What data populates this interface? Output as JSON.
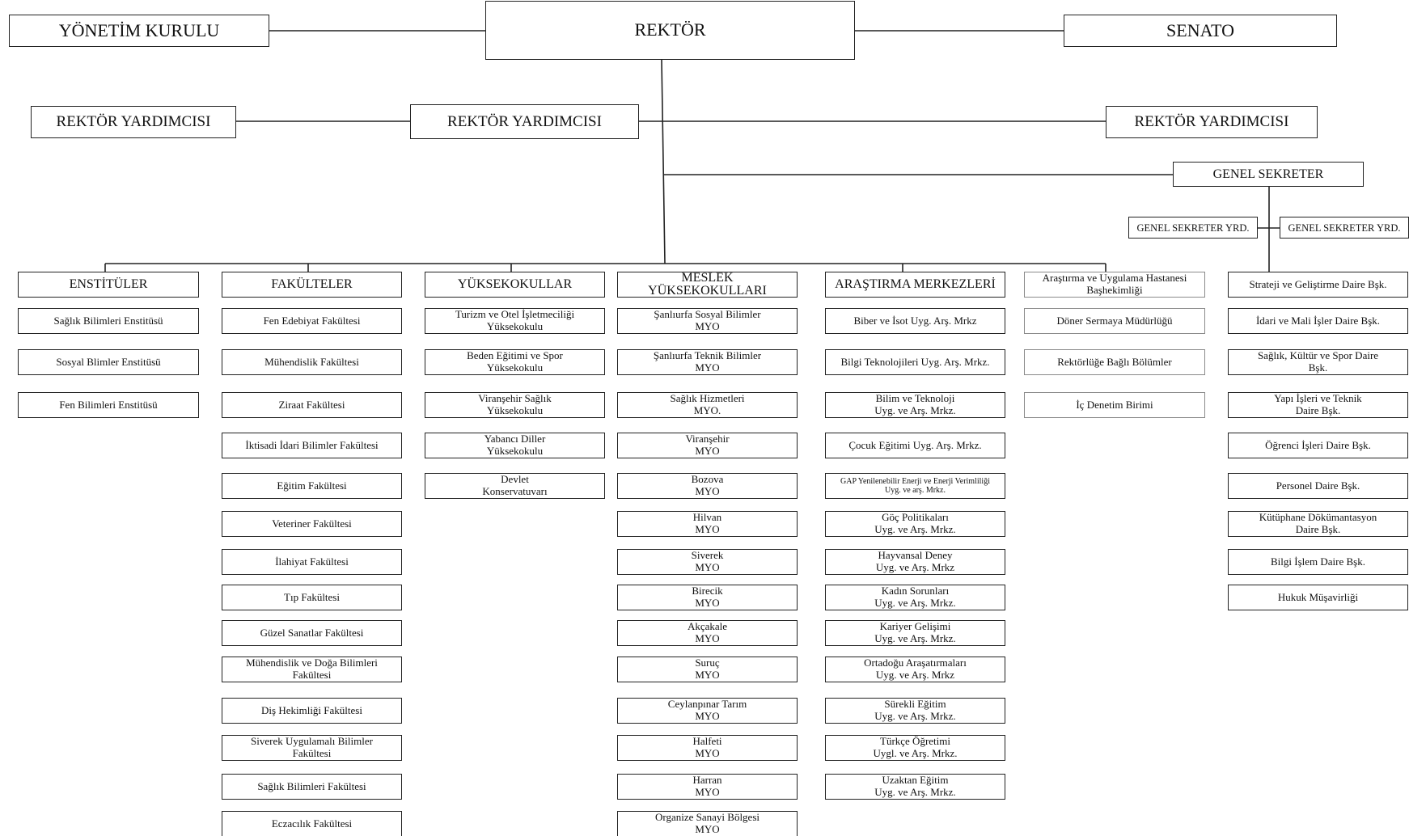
{
  "top": {
    "board": "YÖNETİM KURULU",
    "rector": "REKTÖR",
    "senate": "SENATO"
  },
  "vice_rectors": [
    "REKTÖR YARDIMCISI",
    "REKTÖR YARDIMCISI",
    "REKTÖR YARDIMCISI"
  ],
  "general_secretary": {
    "title": "GENEL SEKRETER",
    "deputies": [
      "GENEL SEKRETER YRD.",
      "GENEL SEKRETER YRD."
    ]
  },
  "institutes": {
    "header": "ENSTİTÜLER",
    "items": [
      "Sağlık Bilimleri Enstitüsü",
      "Sosyal Blimler Enstitüsü",
      "Fen Bilimleri Enstitüsü"
    ]
  },
  "faculties": {
    "header": "FAKÜLTELER",
    "items": [
      "Fen Edebiyat Fakültesi",
      "Mühendislik Fakültesi",
      "Ziraat Fakültesi",
      "İktisadi İdari Bilimler Fakültesi",
      "Eğitim Fakültesi",
      "Veteriner Fakültesi",
      "İlahiyat Fakültesi",
      "Tıp Fakültesi",
      "Güzel Sanatlar Fakültesi",
      "Mühendislik ve Doğa Bilimleri\nFakültesi",
      "Diş Hekimliği Fakültesi",
      "Siverek Uygulamalı Bilimler\nFakültesi",
      "Sağlık Bilimleri Fakültesi",
      "Eczacılık Fakültesi"
    ]
  },
  "schools": {
    "header": "YÜKSEKOKULLAR",
    "items": [
      "Turizm ve Otel İşletmeciliği\nYüksekokulu",
      "Beden Eğitimi ve Spor\nYüksekokulu",
      "Viranşehir Sağlık\nYüksekokulu",
      "Yabancı Diller\nYüksekokulu",
      "Devlet\nKonservatuvarı"
    ]
  },
  "vocational": {
    "header": "MESLEK\nYÜKSEKOKULLARI",
    "items": [
      "Şanlıurfa Sosyal Bilimler\nMYO",
      "Şanlıurfa Teknik Bilimler\nMYO",
      "Sağlık Hizmetleri\nMYO.",
      "Viranşehir\nMYO",
      "Bozova\nMYO",
      "Hilvan\nMYO",
      "Siverek\nMYO",
      "Birecik\nMYO",
      "Akçakale\nMYO",
      "Suruç\nMYO",
      "Ceylanpınar Tarım\nMYO",
      "Halfeti\nMYO",
      "Harran\nMYO",
      "Organize Sanayi Bölgesi\nMYO"
    ]
  },
  "research": {
    "header": "ARAŞTIRMA MERKEZLERİ",
    "items": [
      "Biber ve İsot Uyg. Arş. Mrkz",
      "Bilgi Teknolojileri Uyg. Arş. Mrkz.",
      "Bilim ve Teknoloji\nUyg. ve Arş. Mrkz.",
      "Çocuk Eğitimi Uyg. Arş. Mrkz.",
      "GAP Yenilenebilir Enerji ve Enerji Verimliliği\nUyg. ve arş. Mrkz.",
      "Göç Politikaları\nUyg. ve Arş. Mrkz.",
      "Hayvansal Deney\nUyg. ve Arş. Mrkz",
      "Kadın Sorunları\nUyg. ve Arş. Mrkz.",
      "Kariyer Gelişimi\nUyg. ve Arş. Mrkz.",
      "Ortadoğu Araşatırmaları\nUyg. ve Arş. Mrkz",
      "Sürekli Eğitim\nUyg. ve Arş. Mrkz.",
      "Türkçe Öğretimi\nUygl. ve Arş. Mrkz.",
      "Uzaktan Eğitim\nUyg. ve Arş. Mrkz."
    ]
  },
  "hospital": {
    "header": "Araştırma ve Uygulama Hastanesi\nBaşhekimliği",
    "items": [
      "Döner Sermaya Müdürlüğü",
      "Rektörlüğe Bağlı Bölümler",
      "İç Denetim Birimi"
    ]
  },
  "departments": {
    "items": [
      "Strateji ve Geliştirme Daire Bşk.",
      "İdari ve Mali İşler Daire Bşk.",
      "Sağlık, Kültür ve Spor Daire\nBşk.",
      "Yapı İşleri ve Teknik\nDaire Bşk.",
      "Öğrenci İşleri Daire Bşk.",
      "Personel Daire Bşk.",
      "Kütüphane Dökümantasyon\nDaire Bşk.",
      "Bilgi İşlem Daire Bşk.",
      "Hukuk Müşavirliği"
    ]
  }
}
